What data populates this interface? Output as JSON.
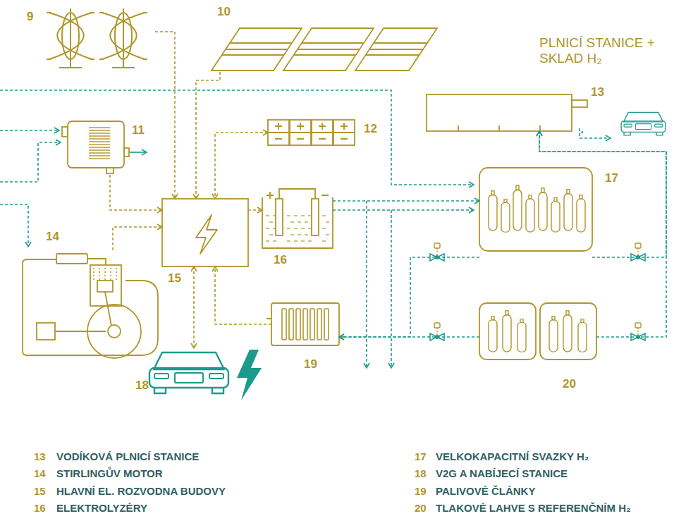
{
  "diagram": {
    "nodes": [
      {
        "text": [
          "9"
        ]
      },
      {
        "text": [
          "10"
        ]
      },
      {
        "text": [
          "11"
        ]
      },
      {
        "text": [
          "12"
        ]
      },
      {
        "text": [
          "13"
        ]
      },
      {
        "text": [
          "14"
        ]
      },
      {
        "text": [
          "15"
        ]
      },
      {
        "text": [
          "16"
        ]
      },
      {
        "text": [
          "17"
        ]
      },
      {
        "text": [
          "18"
        ]
      },
      {
        "text": [
          "19"
        ]
      },
      {
        "text": [
          "20"
        ]
      }
    ],
    "edges": [
      {
        "from": 0,
        "to": 6,
        "arrow": "to"
      },
      {
        "from": 1,
        "to": 6,
        "arrow": "to"
      },
      {
        "from": 2,
        "to": 6,
        "arrow": "to"
      },
      {
        "from": 5,
        "to": 6,
        "arrow": "to"
      },
      {
        "from": 3,
        "to": 6,
        "arrow": "both"
      },
      {
        "from": 6,
        "to": 7,
        "arrow": "to"
      },
      {
        "from": 6,
        "to": 9,
        "arrow": "both"
      },
      {
        "from": 10,
        "to": 6,
        "arrow": "to"
      },
      {
        "from": 7,
        "to": 8,
        "arrow": "to"
      },
      {
        "from": 8,
        "to": 4,
        "arrow": "to"
      },
      {
        "from": 11,
        "to": 4,
        "arrow": "to"
      },
      {
        "from": 8,
        "to": 10,
        "arrow": "to"
      },
      {
        "from": 11,
        "to": 10,
        "arrow": "to"
      }
    ],
    "labels": [
      "PLNICÍ STANICE + SKLAD H₂",
      "13",
      "VODÍKOVÁ PLNICÍ STANICE",
      "14",
      "STIRLINGŮV MOTOR",
      "15",
      "HLAVNÍ EL. ROZVODNA BUDOVY",
      "16",
      "ELEKTROLYZÉRY",
      "17",
      "VELKOKAPACITNÍ SVAZKY H₂",
      "18",
      "V2G A NABÍJECÍ STANICE",
      "19",
      "PALIVOVÉ ČLÁNKY",
      "20",
      "TLAKOVÉ LAHVE S REFERENČNÍM H₂"
    ]
  }
}
